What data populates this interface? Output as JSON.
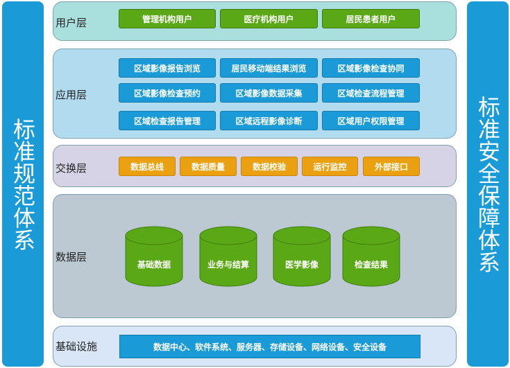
{
  "left_pillar": "标准规范体系",
  "right_pillar": "标准安全保障体系",
  "layers": {
    "user": {
      "name": "用户层",
      "items": [
        "管理机构用户",
        "医疗机构用户",
        "居民患者用户"
      ]
    },
    "app": {
      "name": "应用层",
      "items": [
        "区域影像报告浏览",
        "居民移动端结果浏览",
        "区域影像检查协同",
        "区域影像检查预约",
        "区域影像数据采集",
        "区域检查流程管理",
        "区域检查报告管理",
        "区域远程影像诊断",
        "区域用户权限管理"
      ]
    },
    "exchange": {
      "name": "交换层",
      "items": [
        "数据总线",
        "数据质量",
        "数据校验",
        "运行监控",
        "外部接口"
      ]
    },
    "data": {
      "name": "数据层",
      "items": [
        "基础数据",
        "业务与结算",
        "医学影像",
        "检查结果"
      ]
    },
    "infra": {
      "name": "基础设施",
      "content": "数据中心、软件系统、服务器、存储设备、网络设备、安全设备"
    }
  },
  "colors": {
    "blue": "#1a9bd7",
    "green": "#5aa815",
    "orange": "#eaa00f",
    "user_bg": "#a9e0dd",
    "app_bg": "#b1dcef",
    "exchange_bg": "#d6d3e6",
    "data_bg": "#bcc9d2",
    "infra_bg": "#d9e6f8"
  }
}
